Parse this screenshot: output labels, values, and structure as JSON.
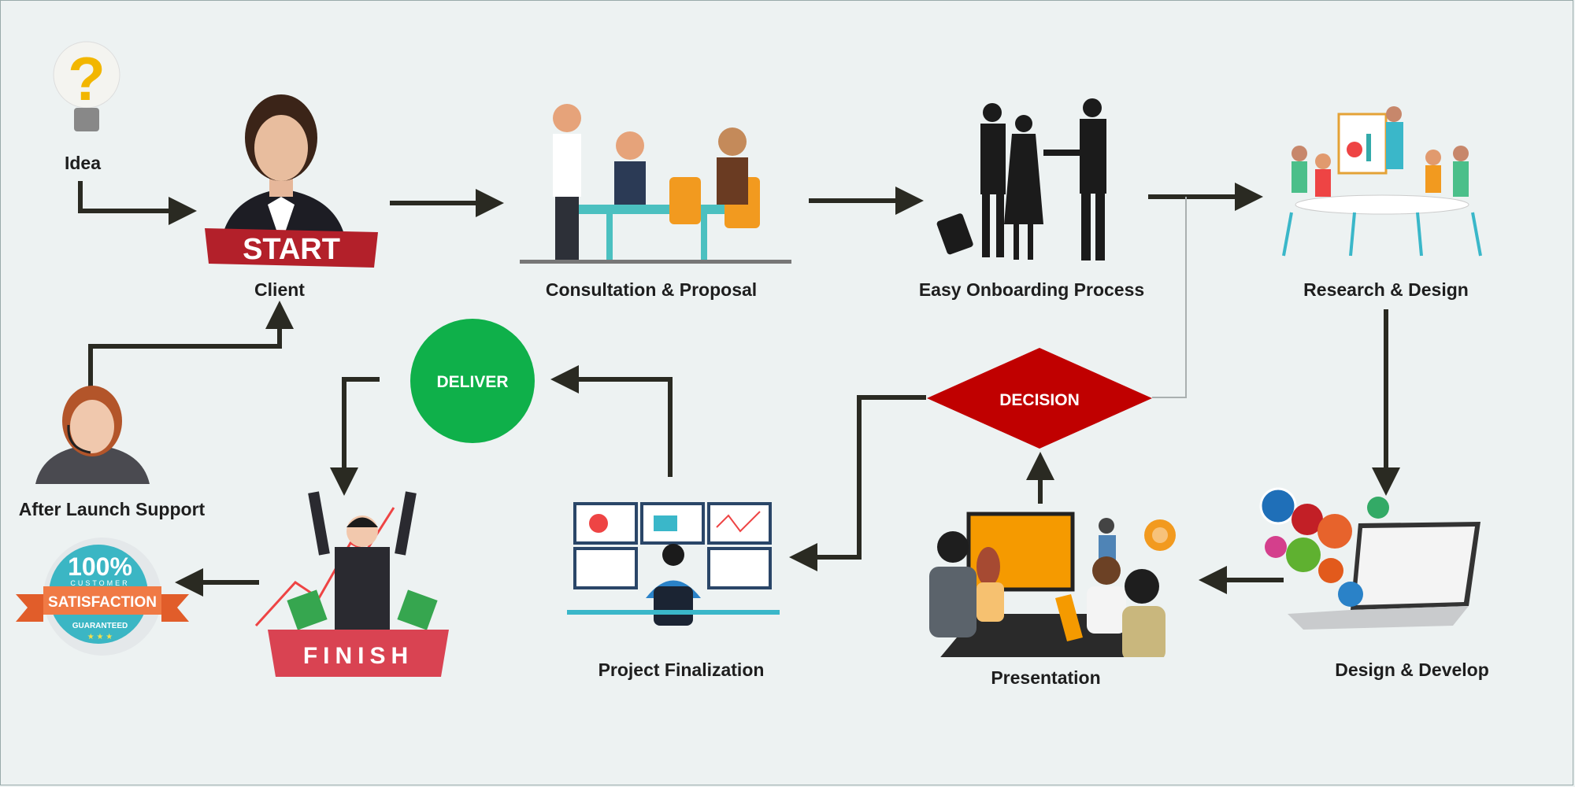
{
  "steps": {
    "idea": "Idea",
    "client": "Client",
    "consultation": "Consultation & Proposal",
    "onboarding": "Easy Onboarding Process",
    "research": "Research & Design",
    "design_develop": "Design & Develop",
    "presentation": "Presentation",
    "decision": "DECISION",
    "project_finalization": "Project Finalization",
    "deliver": "DELIVER",
    "after_launch_support": "After Launch Support"
  },
  "banners": {
    "start": "START",
    "finish": "FINISH",
    "badge_percent": "100%",
    "badge_customer": "CUSTOMER",
    "badge_satisfaction": "SATISFACTION",
    "badge_guaranteed": "GUARANTEED"
  },
  "colors": {
    "background": "#edf2f2",
    "arrow": "#2a2a22",
    "decision": "#c00000",
    "deliver": "#0fb04a",
    "start_banner": "#b3202a",
    "finish_banner": "#d94352",
    "badge_teal": "#3bb6c4",
    "badge_orange": "#f07a45"
  }
}
